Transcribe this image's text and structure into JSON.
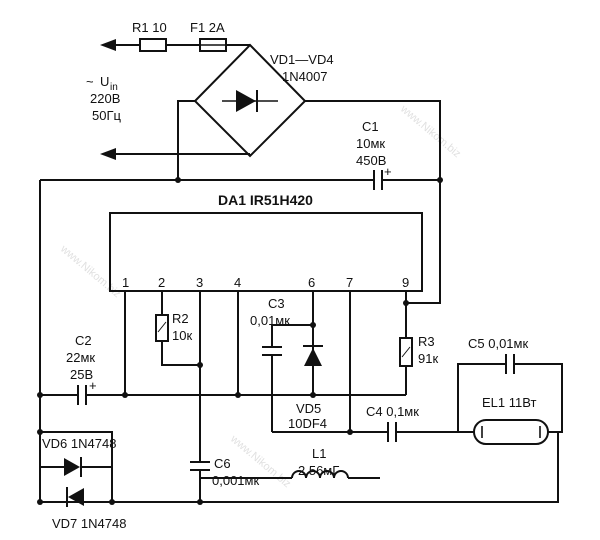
{
  "watermark": "www.Nikom.biz",
  "input": {
    "tilde": "~",
    "u": "U",
    "sub": "in",
    "voltage": "220В",
    "freq": "50Гц"
  },
  "r1": {
    "label": "R1 10"
  },
  "f1": {
    "label": "F1 2A"
  },
  "bridge": {
    "name": "VD1—VD4",
    "part": "1N4007"
  },
  "c1": {
    "name": "C1",
    "value": "10мк",
    "voltage": "450В",
    "polarity": "+"
  },
  "ic": {
    "name": "DA1  IR51H420",
    "pins": [
      "1",
      "2",
      "3",
      "4",
      "6",
      "7",
      "9"
    ]
  },
  "r2": {
    "name": "R2",
    "value": "10к"
  },
  "c3": {
    "name": "C3",
    "value": "0,01мк"
  },
  "r3": {
    "name": "R3",
    "value": "91к"
  },
  "c2": {
    "name": "C2",
    "value": "22мк",
    "voltage": "25В",
    "polarity": "+"
  },
  "vd5": {
    "name": "VD5",
    "part": "10DF4"
  },
  "c4": {
    "label": "C4 0,1мк"
  },
  "c5": {
    "label": "C5 0,01мк"
  },
  "el1": {
    "label": "EL1 11Вт"
  },
  "vd6": {
    "label": "VD6 1N4748"
  },
  "vd7": {
    "label": "VD7 1N4748"
  },
  "c6": {
    "name": "C6",
    "value": "0,001мк"
  },
  "l1": {
    "name": "L1",
    "value": "2,56мГ"
  }
}
